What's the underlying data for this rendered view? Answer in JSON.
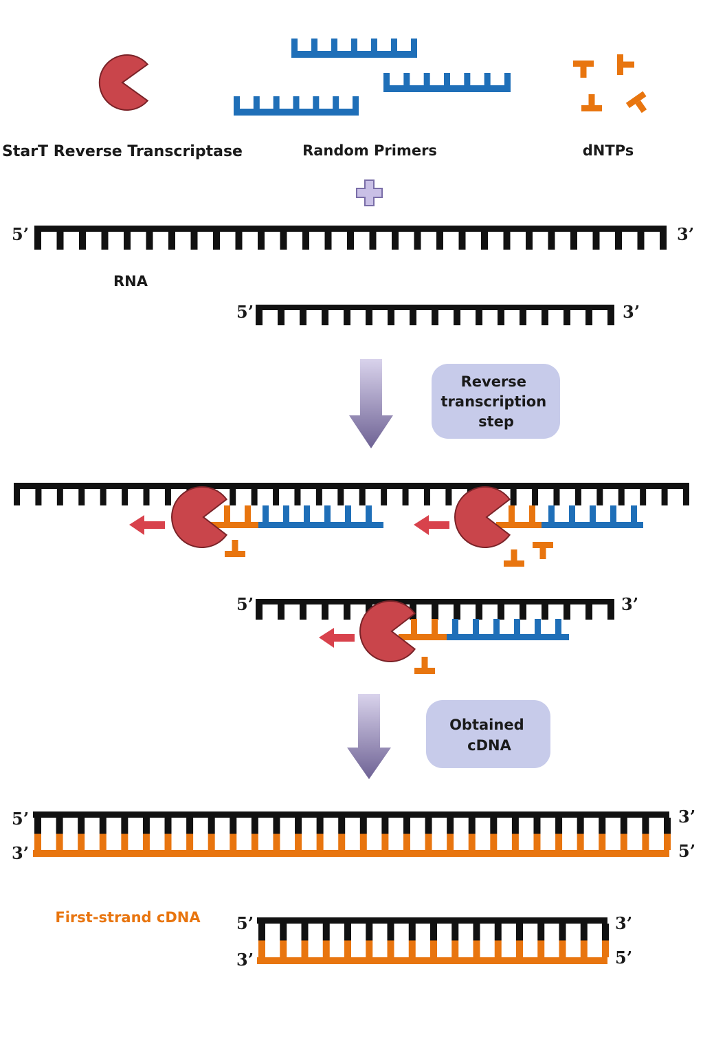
{
  "labels": {
    "enzyme": "StarT Reverse Transcriptase",
    "primers": "Random Primers",
    "dntps": "dNTPs",
    "rna": "RNA",
    "first_strand": "First-strand cDNA"
  },
  "ends": {
    "five": "5’",
    "three": "3’"
  },
  "steps": {
    "reverse_transcription": [
      "Reverse",
      "transcription",
      "step"
    ],
    "obtained": [
      "Obtained",
      "cDNA"
    ]
  },
  "icons": {
    "plus": "plus-icon",
    "enzyme": "pacman-enzyme-icon",
    "arrow": "down-arrow-icon"
  },
  "colors": {
    "rna": "#111111",
    "primer": "#1f6fb8",
    "dntp": "#e8750f",
    "enzyme": "#c9454b",
    "arrow_red": "#d8424c",
    "step_box": "#c7cbea",
    "plus": "#9a8fc4"
  }
}
